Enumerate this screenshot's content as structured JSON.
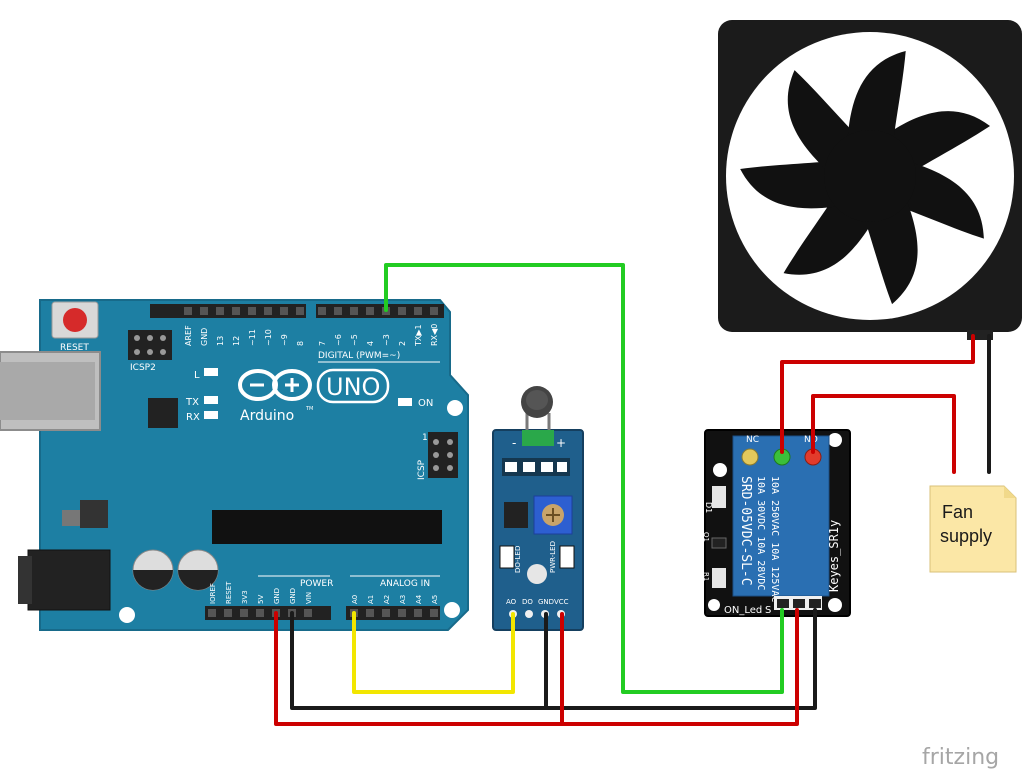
{
  "arduino": {
    "reset_label": "RESET",
    "icsp2_label": "ICSP2",
    "icsp_label": "ICSP",
    "icsp_one": "1",
    "l_label": "L",
    "tx_label": "TX",
    "rx_label": "RX",
    "on_label": "ON",
    "brand": "Arduino",
    "tm": "TM",
    "model": "UNO",
    "digital_label": "DIGITAL (PWM=~)",
    "power_label": "POWER",
    "analog_label": "ANALOG IN",
    "digital_pins": [
      "AREF",
      "GND",
      "13",
      "12",
      "~11",
      "~10",
      "~9",
      "8",
      "7",
      "~6",
      "~5",
      "4",
      "~3",
      "2",
      "TX▶1",
      "RX◀0"
    ],
    "power_pins": [
      "IOREF",
      "RESET",
      "3V3",
      "5V",
      "GND",
      "GND",
      "VIN"
    ],
    "analog_pins": [
      "A0",
      "A1",
      "A2",
      "A3",
      "A4",
      "A5"
    ]
  },
  "sensor": {
    "minus": "-",
    "plus": "+",
    "do_led": "DO-LED",
    "pwr_led": "PWR-LED",
    "pins": [
      "AO",
      "DO",
      "GND",
      "VCC"
    ]
  },
  "relay": {
    "nc": "NC",
    "no": "NO",
    "on_led": "ON_Led",
    "s_label": "S",
    "specs": [
      "10A 250VAC  10A 125VAC",
      "10A 30VDC  10A 28VDC"
    ],
    "part": "SRD-05VDC-SL-C",
    "brand": "Keyes_SR1y",
    "d1": "D1",
    "q1": "Q1",
    "r1": "R1"
  },
  "fan_supply": {
    "line1": "Fan",
    "line2": "supply"
  },
  "watermark": "fritzing",
  "colors": {
    "board_blue": "#1d7fa3",
    "sensor_blue": "#1f5f8c",
    "relay_blue": "#2a6fb2",
    "wire_red": "#cc0000",
    "wire_black": "#1a1a1a",
    "wire_green": "#22cc22",
    "wire_yellow": "#f2e600",
    "fan_black": "#1b1b1b",
    "note_yellow": "#fbe7a6"
  },
  "icons": [
    "usb-connector",
    "dc-jack",
    "thermistor",
    "potentiometer",
    "relay-coil",
    "fan-blade"
  ]
}
